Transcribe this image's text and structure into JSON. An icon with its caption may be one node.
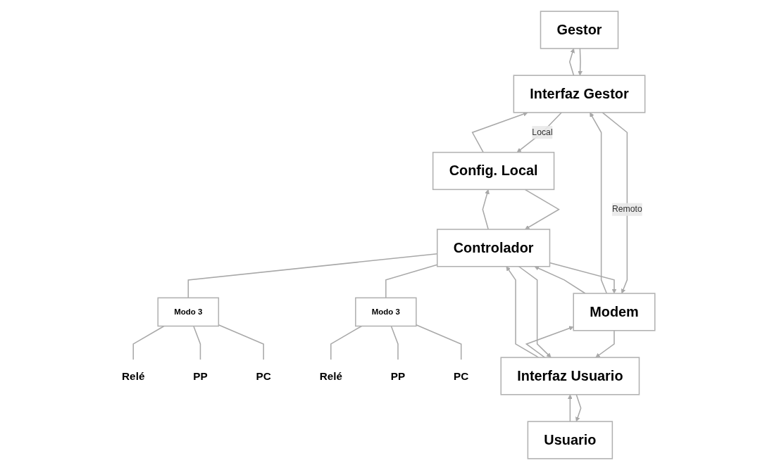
{
  "diagram": {
    "nodes": [
      {
        "text": [
          "Gestor"
        ]
      },
      {
        "text": [
          "Interfaz Gestor"
        ]
      },
      {
        "text": [
          "Config. Local"
        ]
      },
      {
        "text": [
          "Modem"
        ]
      },
      {
        "text": [
          "Controlador"
        ]
      },
      {
        "text": [
          "Modo 3"
        ]
      },
      {
        "text": [
          "Relé"
        ]
      },
      {
        "text": [
          "PP"
        ]
      },
      {
        "text": [
          "PC"
        ]
      },
      {
        "text": [
          "Modo 3"
        ]
      },
      {
        "text": [
          "Relé"
        ]
      },
      {
        "text": [
          "PP"
        ]
      },
      {
        "text": [
          "PC"
        ]
      },
      {
        "text": [
          "Usuario"
        ]
      },
      {
        "text": [
          "Interfaz Usuario"
        ]
      }
    ],
    "edges": [
      {
        "from": 0,
        "to": 1,
        "arrow": "to"
      },
      {
        "from": 1,
        "to": 0,
        "arrow": "to"
      },
      {
        "from": 1,
        "to": 2,
        "arrow": "to",
        "label": "Local"
      },
      {
        "from": 2,
        "to": 1,
        "arrow": "to"
      },
      {
        "from": 3,
        "to": 1,
        "arrow": "to"
      },
      {
        "from": 1,
        "to": 3,
        "arrow": "to",
        "label": "Remoto"
      },
      {
        "from": 3,
        "to": 4,
        "arrow": "to"
      },
      {
        "from": 4,
        "to": 3,
        "arrow": "to"
      },
      {
        "from": 4,
        "to": 2,
        "arrow": "to"
      },
      {
        "from": 2,
        "to": 4,
        "arrow": "to"
      },
      {
        "from": 4,
        "to": 5,
        "arrow": "none"
      },
      {
        "from": 4,
        "to": 9,
        "arrow": "none"
      },
      {
        "from": 5,
        "to": 6,
        "arrow": "none"
      },
      {
        "from": 5,
        "to": 7,
        "arrow": "none"
      },
      {
        "from": 5,
        "to": 8,
        "arrow": "none"
      },
      {
        "from": 9,
        "to": 10,
        "arrow": "none"
      },
      {
        "from": 9,
        "to": 11,
        "arrow": "none"
      },
      {
        "from": 9,
        "to": 12,
        "arrow": "none"
      },
      {
        "from": 14,
        "to": 3,
        "arrow": "to"
      },
      {
        "from": 3,
        "to": 14,
        "arrow": "to"
      },
      {
        "from": 13,
        "to": 14,
        "arrow": "to"
      },
      {
        "from": 14,
        "to": 13,
        "arrow": "to"
      },
      {
        "from": 14,
        "to": 4,
        "arrow": "to"
      },
      {
        "from": 4,
        "to": 14,
        "arrow": "to"
      }
    ]
  }
}
